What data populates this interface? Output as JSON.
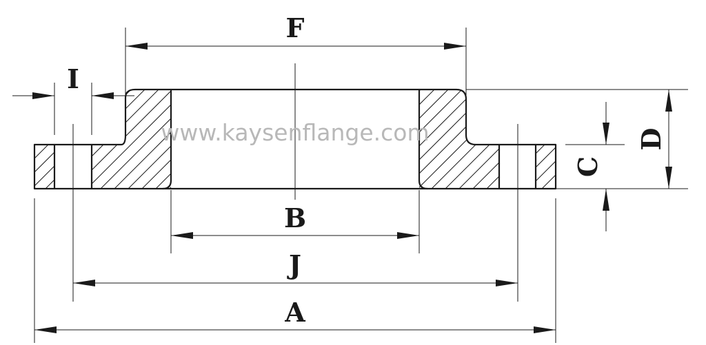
{
  "watermark": "www.kaysenflange.com",
  "dimensions": {
    "F": "F",
    "I": "I",
    "D": "D",
    "C": "C",
    "B": "B",
    "J": "J",
    "A": "A"
  },
  "colors": {
    "line": "#1a1a1a",
    "watermark": "#b8b8b8",
    "background": "#ffffff"
  }
}
